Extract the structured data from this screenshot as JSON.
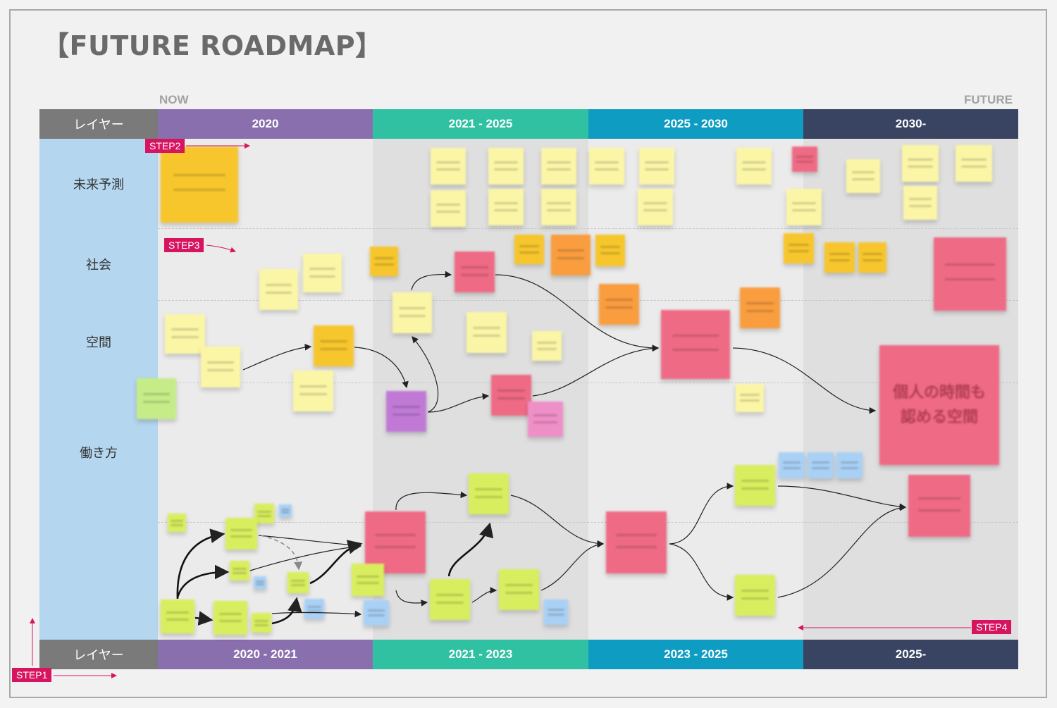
{
  "title": "【FUTURE ROADMAP】",
  "now_label": "NOW",
  "future_label": "FUTURE",
  "header_top": {
    "layer_label": "レイヤー",
    "periods": [
      "2020",
      "2021 - 2025",
      "2025 - 2030",
      "2030-"
    ]
  },
  "header_bottom": {
    "layer_label": "レイヤー",
    "periods": [
      "2020 - 2021",
      "2021 - 2023",
      "2023 - 2025",
      "2025-"
    ]
  },
  "layers": [
    "未来予測",
    "社会",
    "空間",
    "働き方",
    ""
  ],
  "steps": {
    "step1": "STEP1",
    "step2": "STEP2",
    "step3": "STEP3",
    "step4": "STEP4"
  },
  "big_notes": {
    "space": "個人の時間も\n認める空間"
  },
  "colors": {
    "purple": "#8a6fae",
    "teal": "#2fc1a2",
    "blue": "#0e9cc2",
    "navy": "#384461",
    "layer_gray": "#7a7a7a",
    "layer_blue": "#b4d6ef",
    "step_magenta": "#d6145f"
  }
}
